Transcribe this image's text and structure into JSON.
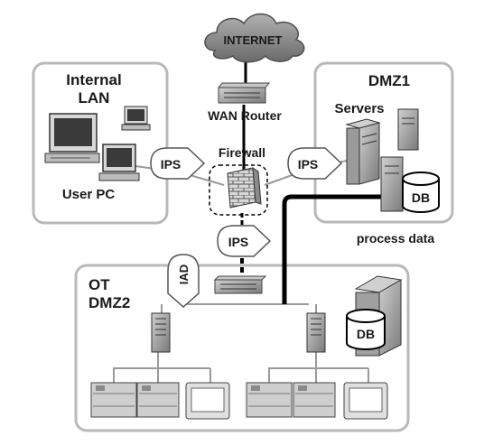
{
  "cloud": {
    "label": "INTERNET"
  },
  "wan_router": {
    "label": "WAN Router"
  },
  "firewall": {
    "label": "Firewall"
  },
  "internal_lan": {
    "title_line1": "Internal",
    "title_line2": "LAN",
    "pc_label": "User PC"
  },
  "dmz1": {
    "title": "DMZ1",
    "servers_label": "Servers",
    "db_label": "DB",
    "process_label": "process data"
  },
  "ips": {
    "left": "IPS",
    "right": "IPS",
    "center": "IPS"
  },
  "iad": {
    "label": "IAD"
  },
  "ot": {
    "title_line1": "OT",
    "title_line2": "DMZ2",
    "db_label": "DB"
  },
  "colors": {
    "zone_border": "#b9b9b9",
    "device_gray": "#8f8f8f",
    "cloud": "#8c8c8c",
    "link": "#000000"
  }
}
